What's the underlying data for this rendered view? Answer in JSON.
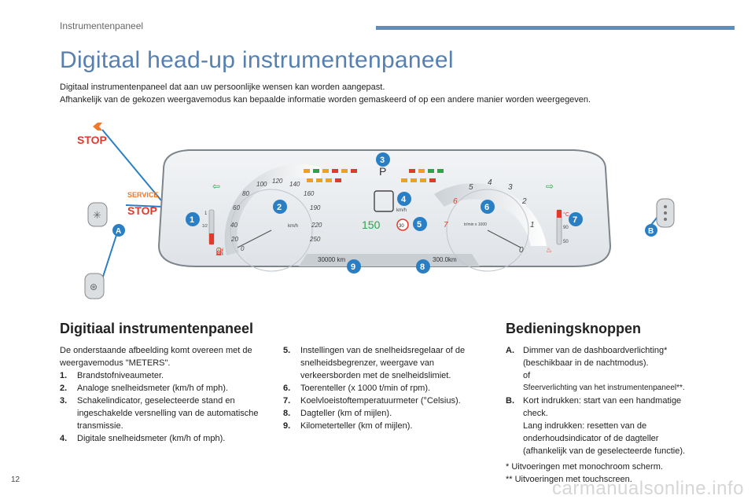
{
  "header": {
    "section": "Instrumentenpaneel"
  },
  "title": "Digitaal head-up instrumentenpaneel",
  "intro": [
    "Digitaal instrumentenpaneel dat aan uw persoonlijke wensen kan worden aangepast.",
    "Afhankelijk van de gekozen weergavemodus kan bepaalde informatie worden gemaskeerd of op een andere manier worden weergegeven."
  ],
  "figure": {
    "stop_label": "STOP",
    "service_label": "SERVICE",
    "gear": "P",
    "speed_unit": "km/h",
    "digital_speed_unit": "km/h",
    "rpm_unit": "tr/min x 1000",
    "digital_speed": "150",
    "limit": "30",
    "trip": "30000 km",
    "odo": "300.0km",
    "temp_unit": "°C",
    "fuel_ticks": [
      "1",
      "1/2"
    ],
    "speed_ticks": [
      "0",
      "20",
      "40",
      "60",
      "80",
      "100",
      "120",
      "140",
      "160",
      "190",
      "220",
      "250"
    ],
    "rpm_ticks": [
      "0",
      "1",
      "2",
      "3",
      "4",
      "5",
      "6",
      "7"
    ],
    "temp_ticks": [
      "90",
      "50"
    ],
    "callouts": [
      "1",
      "2",
      "3",
      "4",
      "5",
      "6",
      "7",
      "8",
      "9"
    ],
    "button_a": "A",
    "button_b": "B"
  },
  "left_section": {
    "title": "Digitiaal instrumentenpaneel",
    "intro": "De onderstaande afbeelding komt overeen met de weergavemodus \"METERS\".",
    "items_col1": [
      {
        "num": "1.",
        "text": "Brandstofniveaumeter."
      },
      {
        "num": "2.",
        "text": "Analoge snelheidsmeter (km/h of mph)."
      },
      {
        "num": "3.",
        "text": "Schakelindicator, geselecteerde stand en ingeschakelde versnelling van de automatische transmissie."
      },
      {
        "num": "4.",
        "text": "Digitale snelheidsmeter (km/h of mph)."
      }
    ],
    "items_col2": [
      {
        "num": "5.",
        "text": "Instellingen van de snelheidsregelaar of de snelheidsbegrenzer, weergave van verkeersborden met de snelheidslimiet."
      },
      {
        "num": "6.",
        "text": "Toerenteller (x 1000 t/min of rpm)."
      },
      {
        "num": "7.",
        "text": "Koelvloeistoftemperatuurmeter (°Celsius)."
      },
      {
        "num": "8.",
        "text": "Dagteller (km of mijlen)."
      },
      {
        "num": "9.",
        "text": "Kilometerteller (km of mijlen)."
      }
    ]
  },
  "right_section": {
    "title": "Bedieningsknoppen",
    "a_label": "A.",
    "a_lines": [
      "Dimmer van de dashboardverlichting*",
      "(beschikbaar in de nachtmodus).",
      "of",
      "Sfeerverlichting van het instrumentenpaneel**."
    ],
    "b_label": "B.",
    "b_lines": [
      "Kort indrukken: start van een handmatige",
      "check.",
      "Lang indrukken: resetten van de",
      "onderhoudsindicator of de dagteller",
      "(afhankelijk van de geselecteerde functie)."
    ],
    "notes": [
      "* Uitvoeringen met monochroom scherm.",
      "** Uitvoeringen met touchscreen."
    ]
  },
  "footer": {
    "page_number": "12",
    "watermark": "carmanualsonline.info"
  },
  "colors": {
    "accent": "#5580b0",
    "header_bar": "#5b8fc0",
    "callout": "#2a7fc4",
    "stop_red": "#e03a2a",
    "tool_orange": "#f0782a"
  }
}
